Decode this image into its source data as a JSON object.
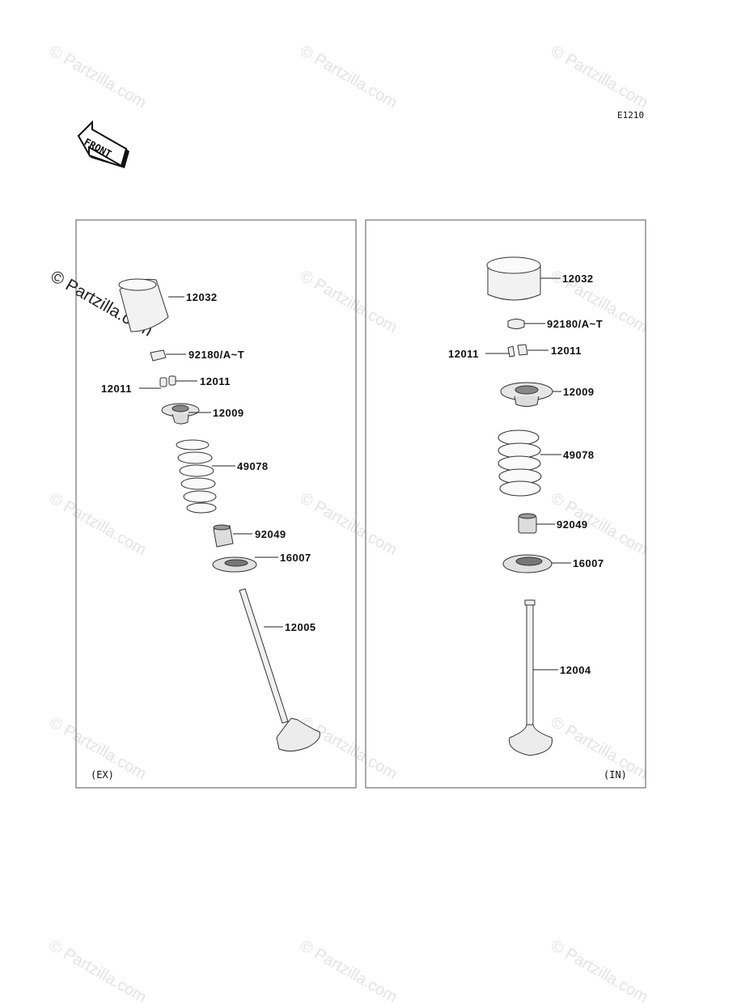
{
  "diagram_code": "E1210",
  "front_label": "FRONT",
  "watermark": "© Partzilla.com",
  "panels": {
    "ex": {
      "label": "(EX)",
      "parts": {
        "lifter": "12032",
        "shim": "92180/A~T",
        "collet_left": "12011",
        "collet_right": "12011",
        "retainer": "12009",
        "spring": "49078",
        "seal": "92049",
        "seat": "16007",
        "valve": "12005"
      }
    },
    "in": {
      "label": "(IN)",
      "parts": {
        "lifter": "12032",
        "shim": "92180/A~T",
        "collet_left": "12011",
        "collet_right": "12011",
        "retainer": "12009",
        "spring": "49078",
        "seal": "92049",
        "seat": "16007",
        "valve": "12004"
      }
    }
  }
}
